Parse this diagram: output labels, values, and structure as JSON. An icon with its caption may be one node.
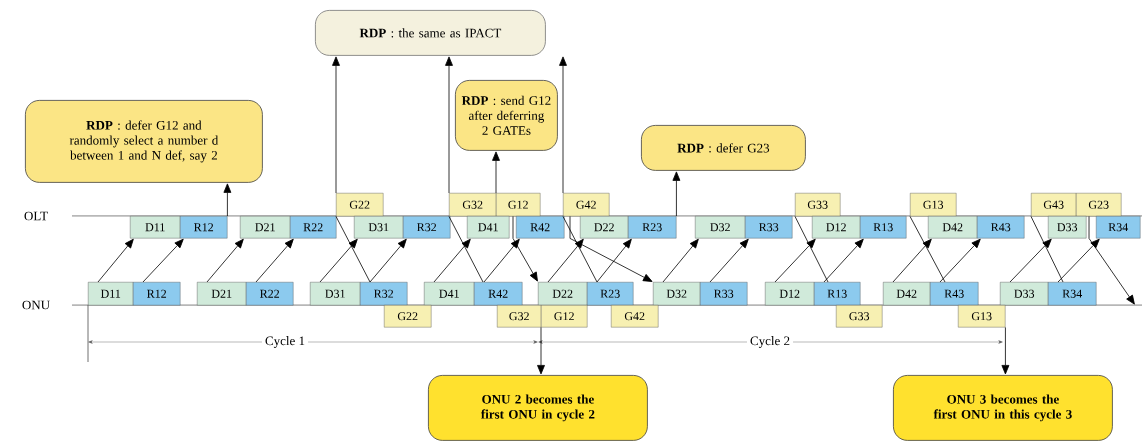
{
  "diagram": {
    "nodes": [
      {
        "text": [
          "**RDP** : the same as IPACT"
        ]
      },
      {
        "text": [
          "**RDP** : defer G12 and randomly select a number d between 1 and N def, say 2"
        ]
      },
      {
        "text": [
          "**RDP** : send G12 after deferring 2 GATEs"
        ]
      },
      {
        "text": [
          "**RDP** : defer G23"
        ]
      },
      {
        "text": [
          "G22"
        ]
      },
      {
        "text": [
          "G32"
        ]
      },
      {
        "text": [
          "G12"
        ]
      },
      {
        "text": [
          "G42"
        ]
      },
      {
        "text": [
          "G33"
        ]
      },
      {
        "text": [
          "G13"
        ]
      },
      {
        "text": [
          "G43"
        ]
      },
      {
        "text": [
          "G23"
        ]
      },
      {
        "text": [
          "D11"
        ]
      },
      {
        "text": [
          "R12"
        ]
      },
      {
        "text": [
          "D21"
        ]
      },
      {
        "text": [
          "R22"
        ]
      },
      {
        "text": [
          "D31"
        ]
      },
      {
        "text": [
          "R32"
        ]
      },
      {
        "text": [
          "D41"
        ]
      },
      {
        "text": [
          "R42"
        ]
      },
      {
        "text": [
          "D22"
        ]
      },
      {
        "text": [
          "R23"
        ]
      },
      {
        "text": [
          "D32"
        ]
      },
      {
        "text": [
          "R33"
        ]
      },
      {
        "text": [
          "D12"
        ]
      },
      {
        "text": [
          "R13"
        ]
      },
      {
        "text": [
          "D42"
        ]
      },
      {
        "text": [
          "R43"
        ]
      },
      {
        "text": [
          "D33"
        ]
      },
      {
        "text": [
          "R34"
        ]
      },
      {
        "text": [
          "D11"
        ]
      },
      {
        "text": [
          "R12"
        ]
      },
      {
        "text": [
          "D21"
        ]
      },
      {
        "text": [
          "R22"
        ]
      },
      {
        "text": [
          "D31"
        ]
      },
      {
        "text": [
          "R32"
        ]
      },
      {
        "text": [
          "D41"
        ]
      },
      {
        "text": [
          "R42"
        ]
      },
      {
        "text": [
          "D22"
        ]
      },
      {
        "text": [
          "R23"
        ]
      },
      {
        "text": [
          "D32"
        ]
      },
      {
        "text": [
          "R33"
        ]
      },
      {
        "text": [
          "D12"
        ]
      },
      {
        "text": [
          "R13"
        ]
      },
      {
        "text": [
          "D42"
        ]
      },
      {
        "text": [
          "R43"
        ]
      },
      {
        "text": [
          "D33"
        ]
      },
      {
        "text": [
          "R34"
        ]
      },
      {
        "text": [
          "G22"
        ]
      },
      {
        "text": [
          "G32"
        ]
      },
      {
        "text": [
          "G12"
        ]
      },
      {
        "text": [
          "G42"
        ]
      },
      {
        "text": [
          "G33"
        ]
      },
      {
        "text": [
          "G13"
        ]
      },
      {
        "text": [
          "ONU 2 becomes the first ONU in cycle 2"
        ]
      },
      {
        "text": [
          "ONU 3 becomes the first ONU in this cycle 3"
        ]
      }
    ],
    "edges": [
      {
        "from": 30,
        "to": 12,
        "arrow": "to"
      },
      {
        "from": 31,
        "to": 13,
        "arrow": "to"
      },
      {
        "from": 32,
        "to": 14,
        "arrow": "to"
      },
      {
        "from": 33,
        "to": 15,
        "arrow": "to"
      },
      {
        "from": 34,
        "to": 16,
        "arrow": "to"
      },
      {
        "from": 35,
        "to": 17,
        "arrow": "to"
      },
      {
        "from": 36,
        "to": 18,
        "arrow": "to"
      },
      {
        "from": 37,
        "to": 19,
        "arrow": "to"
      },
      {
        "from": 38,
        "to": 20,
        "arrow": "to"
      },
      {
        "from": 39,
        "to": 21,
        "arrow": "to"
      },
      {
        "from": 40,
        "to": 22,
        "arrow": "to"
      },
      {
        "from": 41,
        "to": 23,
        "arrow": "to"
      },
      {
        "from": 42,
        "to": 24,
        "arrow": "to"
      },
      {
        "from": 43,
        "to": 25,
        "arrow": "to"
      },
      {
        "from": 44,
        "to": 26,
        "arrow": "to"
      },
      {
        "from": 45,
        "to": 27,
        "arrow": "to"
      },
      {
        "from": 46,
        "to": 28,
        "arrow": "to"
      },
      {
        "from": 47,
        "to": 29,
        "arrow": "to"
      },
      {
        "from": 4,
        "to": 35,
        "arrow": "none"
      },
      {
        "from": 5,
        "to": 37,
        "arrow": "none"
      },
      {
        "from": 6,
        "to": 38,
        "arrow": "to"
      },
      {
        "from": 7,
        "to": 39,
        "arrow": "none"
      },
      {
        "from": 7,
        "to": 40,
        "arrow": "to"
      },
      {
        "from": 8,
        "to": 43,
        "arrow": "none"
      },
      {
        "from": 9,
        "to": 45,
        "arrow": "none"
      },
      {
        "from": 10,
        "to": 47,
        "arrow": "none"
      },
      {
        "from": 11,
        "to": null,
        "arrow": "to"
      },
      {
        "from": 13,
        "to": 1,
        "arrow": "to"
      },
      {
        "from": 4,
        "to": 0,
        "arrow": "to"
      },
      {
        "from": 5,
        "to": 0,
        "arrow": "to"
      },
      {
        "from": 7,
        "to": 0,
        "arrow": "to"
      },
      {
        "from": 6,
        "to": 2,
        "arrow": "to"
      },
      {
        "from": 21,
        "to": 3,
        "arrow": "to"
      },
      {
        "from": 50,
        "to": 54,
        "arrow": "to"
      },
      {
        "from": 53,
        "to": 55,
        "arrow": "to"
      }
    ],
    "labels": [
      "OLT",
      "ONU",
      "Cycle 1",
      "Cycle 2"
    ]
  }
}
